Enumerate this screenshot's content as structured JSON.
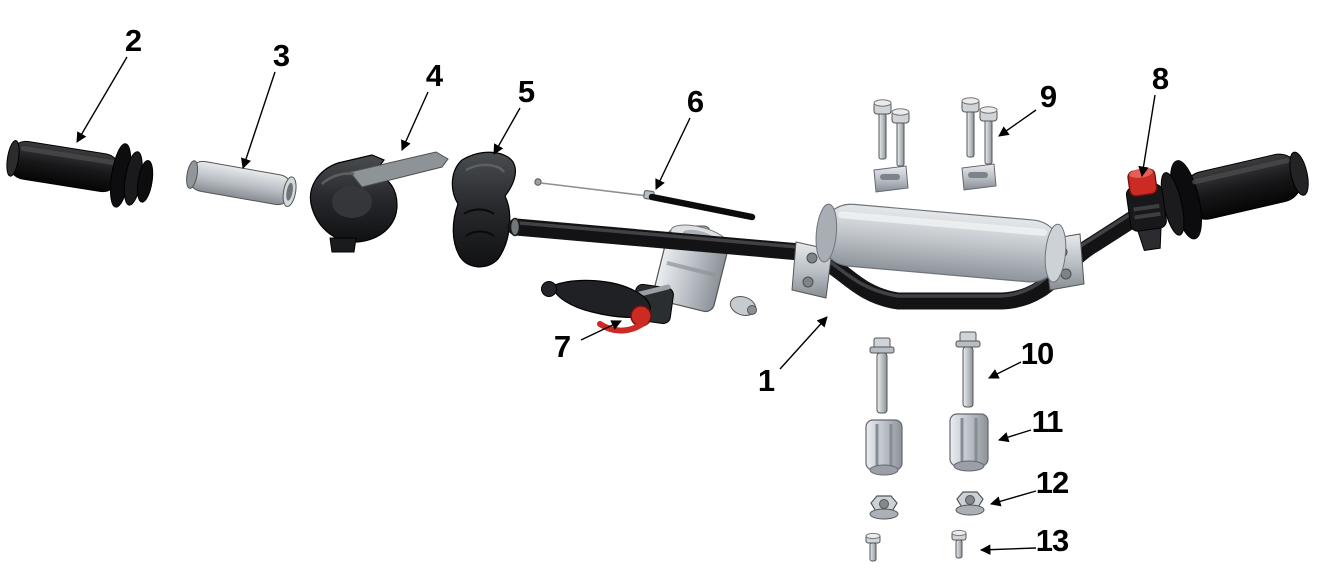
{
  "diagram": {
    "type": "exploded-parts-diagram",
    "subject": "Handlebar and controls assembly",
    "colors": {
      "line": "#000000",
      "dark_part": "#1b1b1d",
      "metal_gray": "#c3c8cd",
      "pad_gray": "#c9cdd2",
      "accent_red": "#cc2b23",
      "background": "#ffffff"
    },
    "labels": {
      "p1": {
        "number": "1",
        "part": "handlebar"
      },
      "p2": {
        "number": "2",
        "part": "left-hand-grip"
      },
      "p3": {
        "number": "3",
        "part": "throttle-tube"
      },
      "p4": {
        "number": "4",
        "part": "throttle-housing-upper"
      },
      "p5": {
        "number": "5",
        "part": "throttle-housing-lower"
      },
      "p6": {
        "number": "6",
        "part": "throttle-cable"
      },
      "p7": {
        "number": "7",
        "part": "front-brake-master-cylinder-and-lever"
      },
      "p8": {
        "number": "8",
        "part": "kill-switch"
      },
      "p9": {
        "number": "9",
        "part": "upper-bar-mount-bolts-and-clamps"
      },
      "p10": {
        "number": "10",
        "part": "lower-bar-mount-bolts"
      },
      "p11": {
        "number": "11",
        "part": "lower-bar-clamps"
      },
      "p12": {
        "number": "12",
        "part": "bar-mount-flange-nuts"
      },
      "p13": {
        "number": "13",
        "part": "bar-mount-studs"
      }
    }
  }
}
